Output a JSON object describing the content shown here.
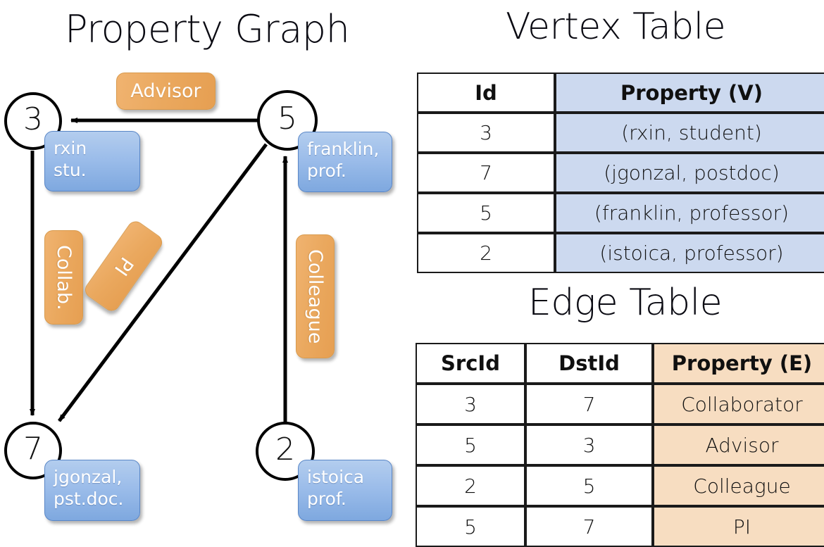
{
  "titles": {
    "property_graph": "Property Graph",
    "vertex_table": "Vertex Table",
    "edge_table": "Edge Table"
  },
  "graph": {
    "nodes": [
      {
        "id": "3",
        "property": "rxin\nstu."
      },
      {
        "id": "5",
        "property": "franklin,\nprof."
      },
      {
        "id": "7",
        "property": "jgonzal,\npst.doc."
      },
      {
        "id": "2",
        "property": "istoica\nprof."
      }
    ],
    "node_labels": {
      "n3": "3",
      "n5": "5",
      "n7": "7",
      "n2": "2"
    },
    "vertex_props": {
      "rxin_line1": "rxin",
      "rxin_line2": "stu.",
      "franklin_line1": "franklin,",
      "franklin_line2": "prof.",
      "jgonzal_line1": "jgonzal,",
      "jgonzal_line2": "pst.doc.",
      "istoica_line1": "istoica",
      "istoica_line2": "prof."
    },
    "edge_labels": {
      "advisor": "Advisor",
      "collab": "Collab.",
      "pi": "PI",
      "colleague": "Colleague"
    },
    "edges": [
      {
        "from": "5",
        "to": "3",
        "label": "Advisor"
      },
      {
        "from": "3",
        "to": "7",
        "label": "Collab."
      },
      {
        "from": "5",
        "to": "7",
        "label": "PI"
      },
      {
        "from": "2",
        "to": "5",
        "label": "Colleague"
      }
    ]
  },
  "vertex_table": {
    "headers": [
      "Id",
      "Property (V)"
    ],
    "rows": [
      {
        "id": "3",
        "property": "(rxin, student)"
      },
      {
        "id": "7",
        "property": "(jgonzal, postdoc)"
      },
      {
        "id": "5",
        "property": "(franklin, professor)"
      },
      {
        "id": "2",
        "property": "(istoica, professor)"
      }
    ]
  },
  "edge_table": {
    "headers": [
      "SrcId",
      "DstId",
      "Property (E)"
    ],
    "rows": [
      {
        "src": "3",
        "dst": "7",
        "property": "Collaborator"
      },
      {
        "src": "5",
        "dst": "3",
        "property": "Advisor"
      },
      {
        "src": "2",
        "dst": "5",
        "property": "Colleague"
      },
      {
        "src": "5",
        "dst": "7",
        "property": "PI"
      }
    ]
  },
  "colors": {
    "vertex_property_fill": "#ccd9ef",
    "edge_property_fill": "#f7ddc1",
    "vertex_callout": "#9cbdea",
    "edge_callout": "#eaa85e",
    "stroke": "#000000",
    "background": "#ffffff"
  }
}
